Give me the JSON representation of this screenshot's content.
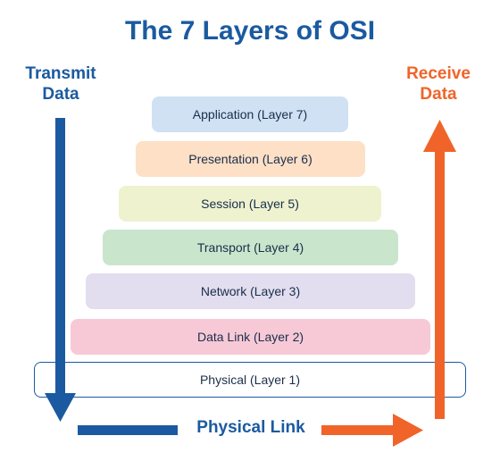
{
  "title": "The 7 Layers of OSI",
  "transmit": {
    "line1": "Transmit",
    "line2": "Data"
  },
  "receive": {
    "line1": "Receive",
    "line2": "Data"
  },
  "layers": [
    {
      "label": "Application (Layer 7)"
    },
    {
      "label": "Presentation (Layer 6)"
    },
    {
      "label": "Session (Layer 5)"
    },
    {
      "label": "Transport (Layer 4)"
    },
    {
      "label": "Network (Layer 3)"
    },
    {
      "label": "Data Link (Layer 2)"
    },
    {
      "label": "Physical (Layer 1)"
    }
  ],
  "physical_link": "Physical Link",
  "colors": {
    "blue": "#1b5aa0",
    "orange": "#f0642a",
    "application": "#cfe1f3",
    "presentation": "#fde0c6",
    "session": "#eef2cf",
    "transport": "#c9e6cd",
    "network": "#e2ddef",
    "data_link": "#f7c9d6",
    "physical": "#ffffff"
  }
}
